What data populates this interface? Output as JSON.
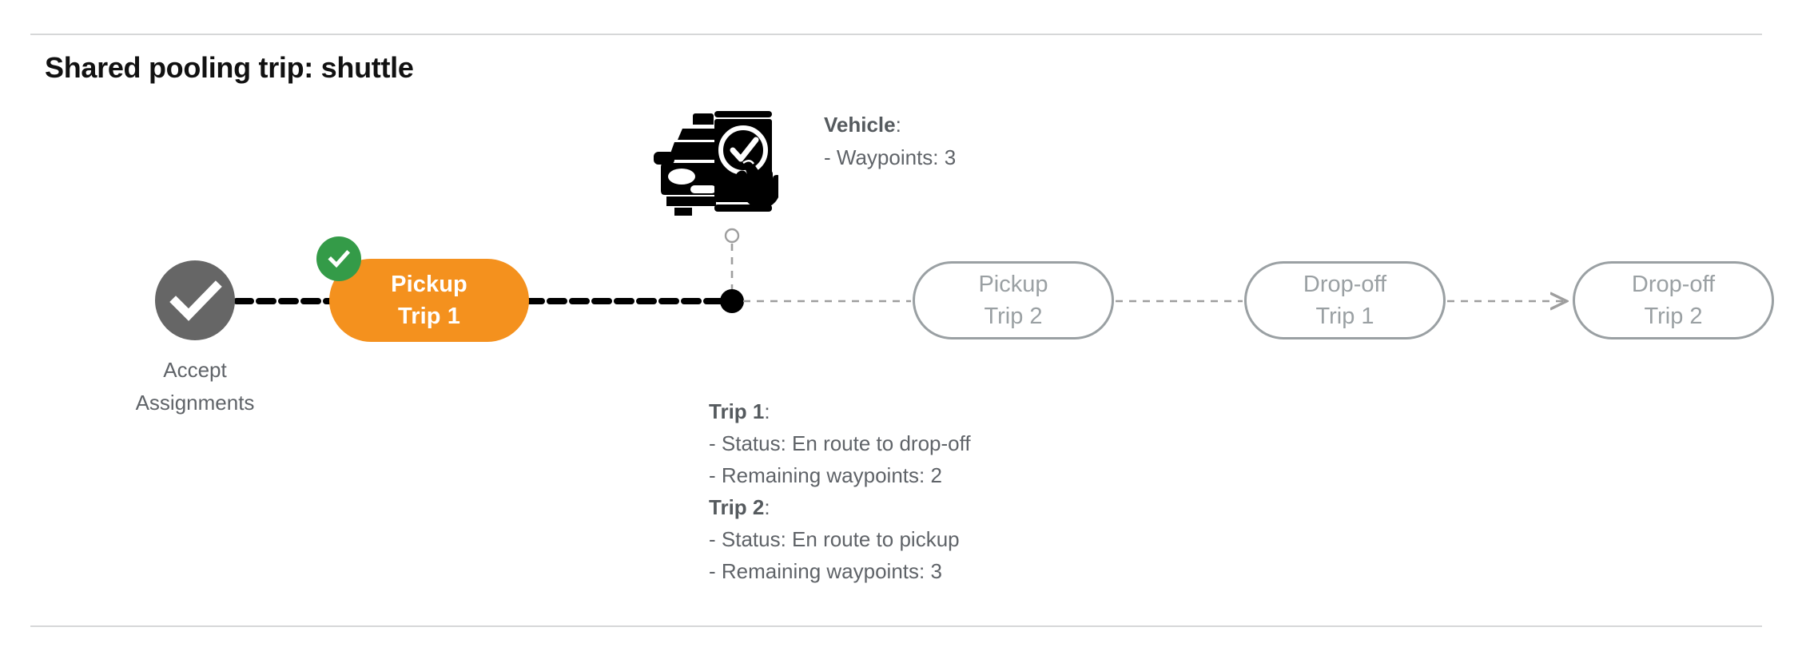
{
  "page": {
    "title": "Shared pooling trip: shuttle",
    "background": "#ffffff",
    "rule_color": "#d6d7d8"
  },
  "colors": {
    "active_pill": "#f4911e",
    "pending_pill_border": "#9aa0a3",
    "pending_pill_text": "#9aa0a3",
    "done_badge": "#349b48",
    "accept_node": "#666666",
    "text_gray": "#5f6368",
    "connector_completed": "#000000",
    "connector_pending": "#9e9e9e"
  },
  "flow": {
    "start_node": {
      "label": "Accept\nAssignments",
      "icon": "check-circle-icon",
      "state": "completed"
    },
    "steps": [
      {
        "id": "pickup-trip-1",
        "line1": "Pickup",
        "line2": "Trip 1",
        "label": "Pickup\nTrip 1",
        "state": "active",
        "badge": "check-badge-icon"
      },
      {
        "id": "pickup-trip-2",
        "line1": "Pickup",
        "line2": "Trip 2",
        "label": "Pickup\nTrip 2",
        "state": "pending",
        "badge": null
      },
      {
        "id": "dropoff-trip-1",
        "line1": "Drop-off",
        "line2": "Trip 1",
        "label": "Drop-off\nTrip 1",
        "state": "pending",
        "badge": null
      },
      {
        "id": "dropoff-trip-2",
        "line1": "Drop-off",
        "line2": "Trip 2",
        "label": "Drop-off\nTrip 2",
        "state": "pending",
        "badge": null
      }
    ],
    "current_position_marker": "solid-dot",
    "vehicle_connector": "dashed-drop-line"
  },
  "vehicle_note": {
    "icon": "vehicle-app-check-icon",
    "heading": "Vehicle",
    "heading_suffix": ":",
    "lines": [
      "- Waypoints: 3"
    ]
  },
  "trip_notes": [
    {
      "heading": "Trip 1",
      "heading_suffix": ":",
      "lines": [
        "- Status:  En route to drop-off",
        "- Remaining waypoints: 2"
      ]
    },
    {
      "heading": "Trip 2",
      "heading_suffix": ":",
      "lines": [
        "- Status:  En route to pickup",
        "- Remaining waypoints: 3"
      ]
    }
  ]
}
